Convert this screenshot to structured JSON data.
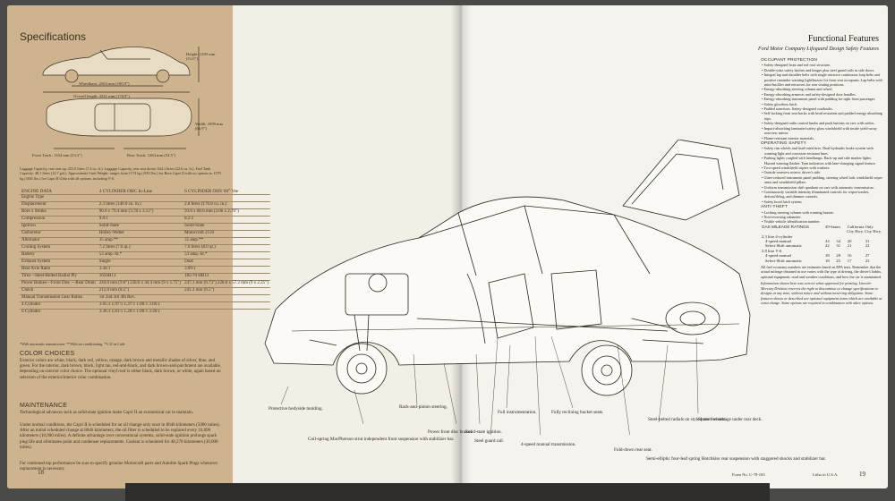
{
  "left_page": {
    "title": "Specifications",
    "dims": {
      "height": "Height: 1295 mm (51.0\")",
      "wheelbase": "Wheelbase: 2563 mm (100.9\")",
      "overall_length": "Overall length: 4341 mm (170.9\")",
      "width": "Width: 1699 mm (66.9\")",
      "front_track": "Front Track: 1354 mm (53.3\")",
      "rear_track": "Rear Track: 1384 mm (54.5\")"
    },
    "capacity_note": "Luggage Capacity, rear seat up: 255.0 litres (7.4 cu. ft.). Luggage Capacity, rear seat down: 644.1 litres (22.6 cu. ft.). Fuel Tank Capacity: 48.1 litres (12.7 gal.). Approximate Curb Weight: ranges from 1174 kg (2591 lbs.) for Base Capri II with no options to 1379 kg (3041 lbs.) for Capri II Ghia with all options, including V-6.",
    "engine_table": {
      "headers": [
        "ENGINE DATA",
        "4 CYLINDER OHC In-Line",
        "6 CYLINDER OHV 60° Vee"
      ],
      "rows": [
        [
          "Engine Type",
          "",
          ""
        ],
        [
          "Displacement",
          "2.3 litres (140.0 cu. in.)",
          "2.8 litres (170.8 cu. in.)"
        ],
        [
          "Bore x Stroke",
          "96.0 x 79.4 mm (3.78 x 3.13\")",
          "93.0 x 68.6 mm (3.66 x 2.70\")"
        ],
        [
          "Compression",
          "9.0:1",
          "8.2:1"
        ],
        [
          "Ignition",
          "Solid-State",
          "Solid-State"
        ],
        [
          "Carburetor",
          "Holley-Weber",
          "Motorcraft 2150"
        ],
        [
          "Alternator",
          "35 amp.**",
          "35 amp.**"
        ],
        [
          "Cooling System",
          "7.2 litres (7.6 qt.)",
          "7.6 litres (8.0 qt.)"
        ],
        [
          "Battery",
          "53 amp.-hr.*",
          "53 amp.-hr.*"
        ],
        [
          "Exhaust System",
          "Single",
          "Dual"
        ],
        [
          "Rear Axle Ratio",
          "3.44:1",
          "3.09:1"
        ],
        [
          "Tires—Steel-Belted Radial Ply",
          "165SR13",
          "185/70 HR13"
        ],
        [
          "Power Brakes—Front Disc —Rear Drum",
          "244.0 mm (9.6\") 228.6 x 44.4 mm (9 x 1.75\")",
          "247.1 mm (9.73\") 228.6 x 57.2 mm (9 x 2.25\")"
        ],
        [
          "Clutch",
          "215.9 mm (8.5\")",
          "241.3 mm (9.5\")"
        ],
        [
          "Manual Transmission Gear Ratios",
          "1st   2nd   3rd   4th   Rev.",
          ""
        ],
        [
          "4 Cylinder",
          "3.65:1  1.97:1  1.37:1  1.00:1  3.66:1",
          ""
        ],
        [
          "6 Cylinder",
          "3.36:1  1.81:1  1.26:1  1.00:1  3.36:1",
          ""
        ]
      ],
      "footnote": "*With automatic transmission. **With air conditioning. *3.32 in Calif."
    },
    "color_head": "COLOR CHOICES",
    "color_text": "Exterior colors are white, black, dark red, yellow, orange, dark brown and metallic shades of silver, blue, and green. For the interior, dark brown, black, light tan, red-and-black, and dark brown-and-parchment are available, depending on exterior color choice. The optional vinyl roof is either black, dark brown, or white, again based on selection of the exterior/interior color combination.",
    "maint_head": "MAINTENANCE",
    "maint_text": "Technological advances such as solid-state ignition make Capri II an economical car to maintain.",
    "maint_text2": "Under normal conditions, the Capri II is scheduled for an oil change only once in 8046 kilometers (5000 miles). After an initial scheduled change at 8046 kilometers, the oil filter is scheduled to be replaced every 16,090 kilometers (10,000 miles). A definite advantage over conventional systems, solid-state ignition prolongs spark plug life and eliminates point and condenser replacements. Coolant is scheduled for 48,270 kilometers (30,000 miles).",
    "maint_text3": "For continued top performance be sure to specify genuine Motorcraft parts and Autolite Spark Plugs whenever replacement is necessary.",
    "page_number": "18"
  },
  "right_page": {
    "title": "Functional Features",
    "subtitle": "Ford Motor Company Lifeguard Design Safety Features",
    "occupant_head": "OCCUPANT PROTECTION",
    "occupant_items": [
      "• Safety-designed front and rod roof structure.",
      "• Double-yoke safety latches and hinges plus steel guard rails in side doors.",
      "• Integral lap and shoulder belts with single retractor continuous loop belts and positive reminder warning light/buzzer for front seat occupants. Lap belts with mini-buckles and retractors for rear seating positions.",
      "• Energy-absorbing steering column and wheel.",
      "• Energy-absorbing armrests and safety-designed door handles.",
      "• Energy-absorbing instrument panel with padding for right front passenger.",
      "• Safety glovebox latch.",
      "• Padded sunvisors. Safety-designed coathooks.",
      "• Self-locking front seat backs with head restraints and padded energy-absorbing tops.",
      "• Safety-designed radio control knobs and push buttons on cars with radios.",
      "• Impact-absorbing laminated safety glass windshield with inside yield-away rearview mirror.",
      "• Flame-resistant interior materials."
    ],
    "operating_head": "OPERATING SAFETY",
    "operating_items": [
      "• Safety rim wheels and load-rated tires. Dual hydraulic brake system with warning light and corrosion-resistant lines.",
      "• Parking lights coupled with headlamps. Back-up and side marker lights. Hazard warning flasher. Turn indicators with lane-changing signal feature.",
      "• Two-speed windshield wipers with washers.",
      "• Outside rearview mirror, driver's side.",
      "• Glare-reduced instrument panel padding, steering wheel hub, windshield wiper arms and windshield pillars.",
      "• Uniform transmission shift quadrant on cars with automatic transmission.",
      "• Continuously variable intensity illuminated controls for wiper/washer, defrost/defog, and dimmer controls.",
      "• Safety hood latch system."
    ],
    "antitheft_head": "ANTI-THEFT",
    "antitheft_items": [
      "• Locking steering column with warning buzzer.",
      "• Non-reversing odometer.",
      "• Visible vehicle identification number."
    ],
    "gas": {
      "head": "GAS MILEAGE RATINGS",
      "col_49": "49-States",
      "col_cal": "California Only",
      "col_sub": "City Hwy.  City Hwy.",
      "groups": [
        {
          "name": "2.3 litre 4-cylinder",
          "rows": [
            [
              "4-speed manual",
              "24",
              "34",
              "20",
              "31"
            ],
            [
              "Select-Shift automatic",
              "22",
              "31",
              "21",
              "22"
            ]
          ]
        },
        {
          "name": "2.8 litre V-6",
          "rows": [
            [
              "4-speed manual",
              "18",
              "28",
              "16",
              "27"
            ],
            [
              "Select-Shift automatic",
              "18",
              "25",
              "17",
              "23"
            ]
          ]
        }
      ]
    },
    "gas_note": "All fuel economy numbers are estimates based on EPA tests. Remember that the actual mileage obtained in use varies with the type of driving, the driver's habits, optional equipment, road and weather conditions, and how the car is maintained.",
    "info_note": "Information shown here was correct when approved for printing. Lincoln-Mercury Division reserves the right to discontinue or change specifications or designs at any time, without notice and without incurring obligation. Some features shown or described are optional equipment items which are available at extra charge. Some options are required in combination with other options.",
    "form_no": "Form No. C-78-165",
    "litho": "Litho in U.S.A.",
    "page_number": "19",
    "callouts": {
      "bodyside": "Protective bodyside molding.",
      "coil": "Coil-spring MacPherson strut independent front suspension with stabilizer bar.",
      "rack": "Rack-and-pinion steering.",
      "brakes": "Power front disc brakes.",
      "solid_state": "Solid-state ignition.",
      "guard_rail": "Steel guard rail.",
      "instrumentation": "Full instrumentation.",
      "manual": "4-speed manual transmission.",
      "bucket": "Fully reclining bucket seats.",
      "fold_down": "Fold-down rear seat.",
      "radials": "Steel-belted radials on styled steel wheels.",
      "spare": "Space tire storage under rear deck.",
      "hotchkiss": "Semi-elliptic four-leaf spring Hotchkiss rear suspension with staggered shocks and stabilizer bar."
    }
  }
}
